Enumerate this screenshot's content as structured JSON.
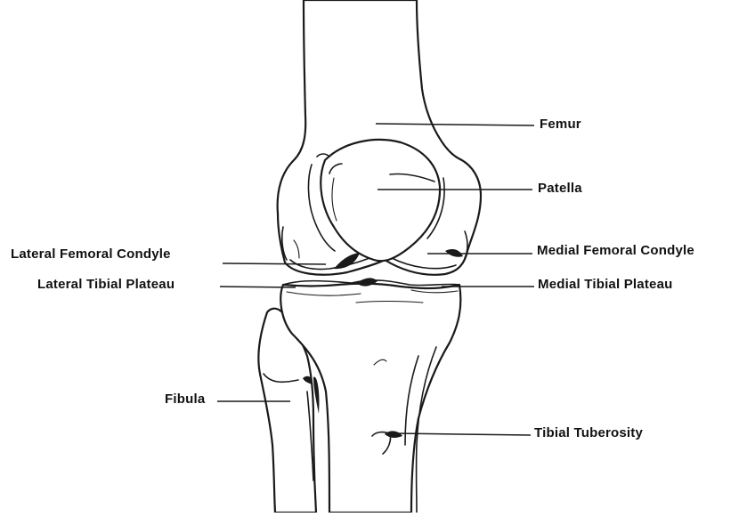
{
  "diagram": {
    "labels": {
      "femur": "Femur",
      "patella": "Patella",
      "lateral_femoral_condyle": "Lateral Femoral Condyle",
      "medial_femoral_condyle": "Medial Femoral Condyle",
      "lateral_tibial_plateau": "Lateral Tibial Plateau",
      "medial_tibial_plateau": "Medial Tibial Plateau",
      "fibula": "Fibula",
      "tibial_tuberosity": "Tibial Tuberosity"
    }
  }
}
